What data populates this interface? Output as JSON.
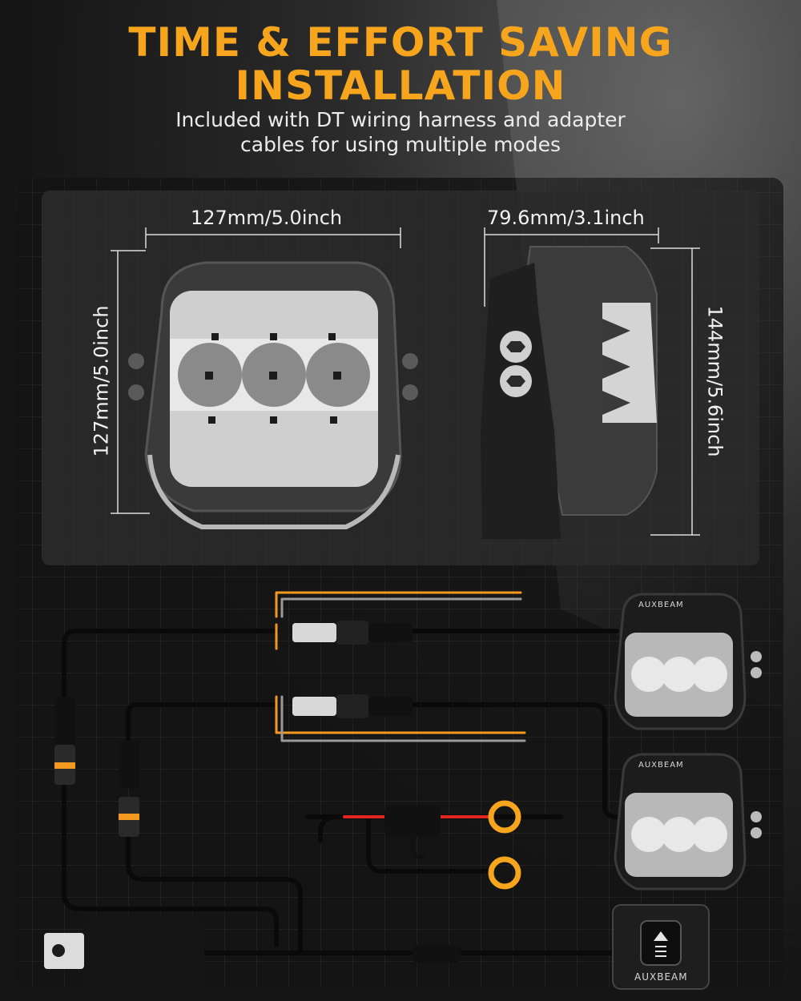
{
  "header": {
    "title_line1": "TIME & EFFORT SAVING",
    "title_line2": "INSTALLATION",
    "subtitle_line1": "Included with DT wiring harness and adapter",
    "subtitle_line2": "cables for using multiple modes"
  },
  "dimensions": {
    "front_width": "127mm/5.0inch",
    "front_height": "127mm/5.0inch",
    "side_depth": "79.6mm/3.1inch",
    "side_height": "144mm/5.6inch"
  },
  "branding": {
    "light_brand": "AUXBEAM",
    "switch_brand": "AUXBEAM"
  },
  "colors": {
    "accent": "#f7a51c",
    "wire_orange": "#f39a1e",
    "wire_red": "#e0261f",
    "wire_grey": "#9a9a9a"
  },
  "icons": {
    "switch": "light-beam-icon"
  }
}
